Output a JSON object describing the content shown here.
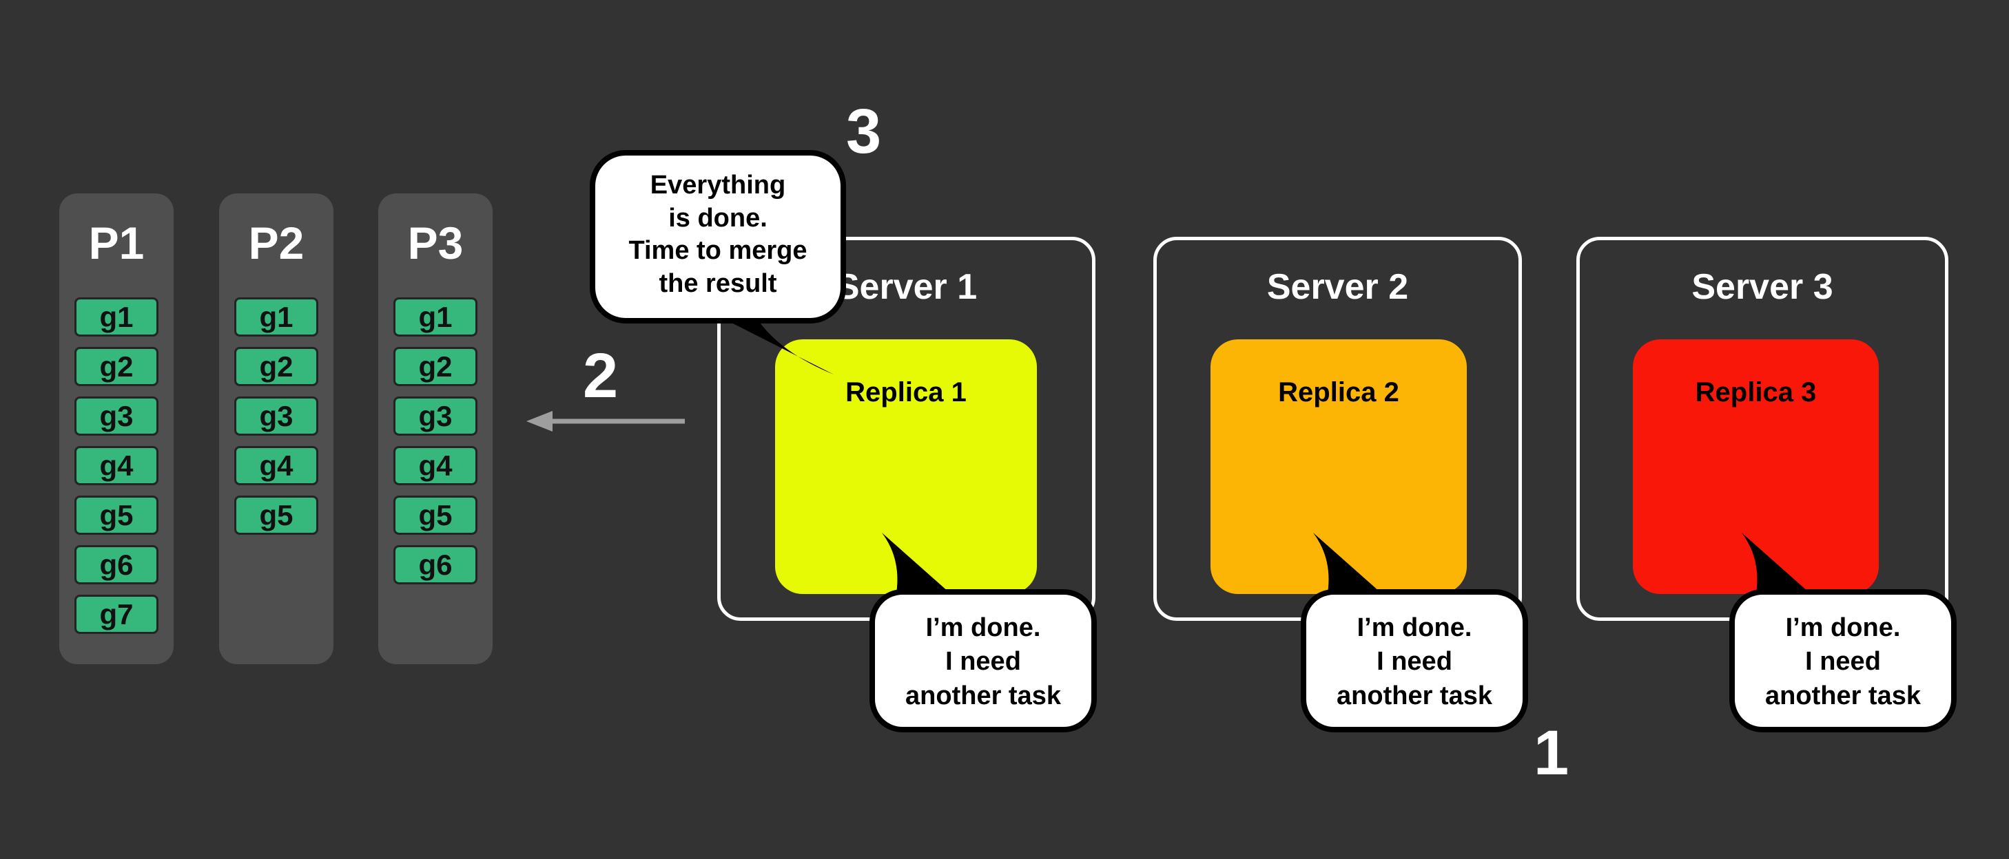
{
  "colors": {
    "background": "#333333",
    "partition_bg": "#4f4f4f",
    "chip_bg": "#36b77b",
    "chip_text": "#111111",
    "replica1": "#e6fa05",
    "replica2": "#fcb504",
    "replica3": "#f9170a",
    "bubble_bg": "#ffffff",
    "bubble_border": "#000000",
    "server_border": "#ffffff",
    "arrow": "#9e9e9e",
    "text_light": "#ffffff"
  },
  "partitions": [
    {
      "label": "P1",
      "chips": [
        "g1",
        "g2",
        "g3",
        "g4",
        "g5",
        "g6",
        "g7"
      ]
    },
    {
      "label": "P2",
      "chips": [
        "g1",
        "g2",
        "g3",
        "g4",
        "g5"
      ]
    },
    {
      "label": "P3",
      "chips": [
        "g1",
        "g2",
        "g3",
        "g4",
        "g5",
        "g6"
      ]
    }
  ],
  "servers": [
    {
      "label": "Server 1",
      "replica_label": "Replica 1"
    },
    {
      "label": "Server 2",
      "replica_label": "Replica 2"
    },
    {
      "label": "Server 3",
      "replica_label": "Replica 3"
    }
  ],
  "bubbles": {
    "merge": "Everything\nis done.\nTime to merge\nthe result",
    "done": "I’m done.\nI need\nanother task"
  },
  "steps": {
    "step1": "1",
    "step2": "2",
    "step3": "3"
  }
}
